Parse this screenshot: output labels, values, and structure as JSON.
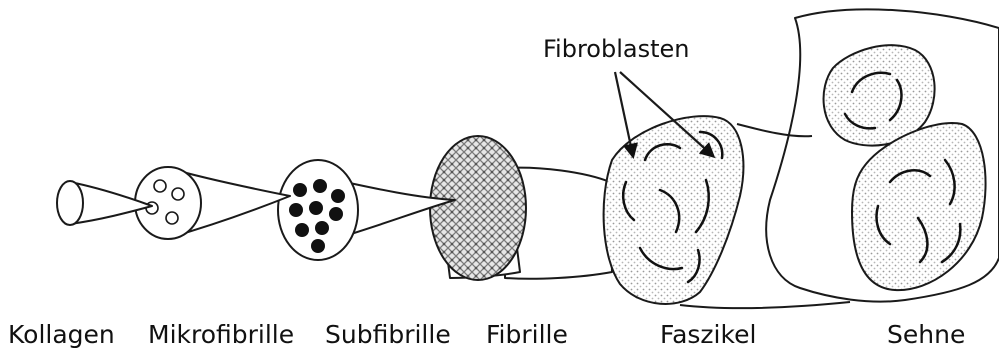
{
  "diagram": {
    "callout": "Fibroblasten",
    "labels": {
      "kollagen": "Kollagen",
      "mikrofibrille": "Mikrofibrille",
      "subfibrille": "Subfibrille",
      "fibrille": "Fibrille",
      "faszikel": "Faszikel",
      "sehne": "Sehne"
    }
  }
}
